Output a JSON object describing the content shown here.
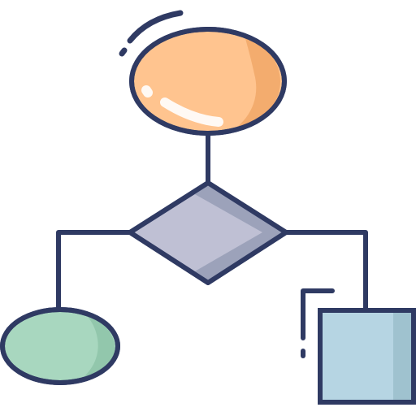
{
  "diagram": {
    "type": "flowchart-icon",
    "nodes": [
      {
        "id": "start",
        "shape": "ellipse"
      },
      {
        "id": "decision",
        "shape": "diamond"
      },
      {
        "id": "left-end",
        "shape": "ellipse"
      },
      {
        "id": "right-process",
        "shape": "square"
      }
    ],
    "edges": [
      {
        "from": "start",
        "to": "decision"
      },
      {
        "from": "decision",
        "to": "left-end"
      },
      {
        "from": "decision",
        "to": "right-process"
      }
    ]
  },
  "colors": {
    "outline": "#2f3a63",
    "start_fill": "#ffc48f",
    "start_shadow": "#f2aa6a",
    "decision_fill": "#bfc0d4",
    "decision_shadow": "#9aa0b8",
    "left_end_fill": "#a8d7bf",
    "left_end_shadow": "#8fc5aa",
    "right_process_fill": "#b6d5e3",
    "right_process_shadow": "#9fc2cf",
    "highlight": "#ffffff"
  }
}
